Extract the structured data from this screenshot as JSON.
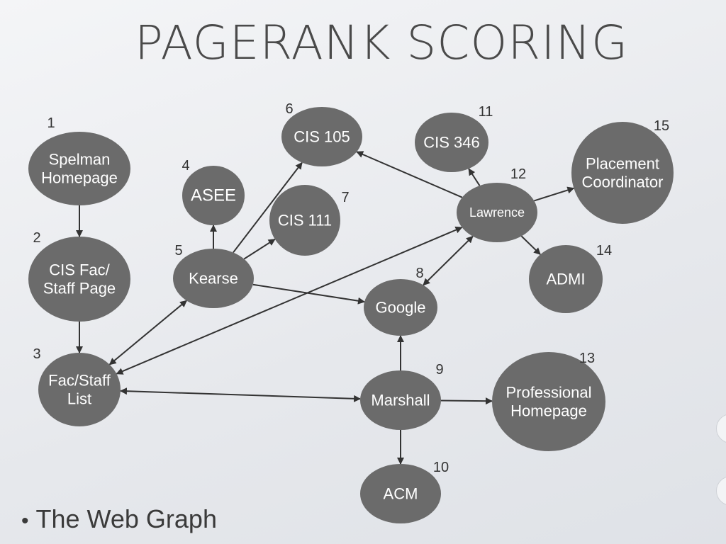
{
  "slide": {
    "title": "PAGERANK SCORING",
    "bullet": "The Web Graph"
  },
  "colors": {
    "node_fill": "#6b6b6b",
    "node_text": "#ffffff",
    "edge": "#333333",
    "number": "#333333"
  },
  "graph": {
    "nodes": [
      {
        "id": "1",
        "label": [
          "Spelman",
          "Homepage"
        ]
      },
      {
        "id": "2",
        "label": [
          "CIS Fac/",
          "Staff Page"
        ]
      },
      {
        "id": "3",
        "label": [
          "Fac/Staff",
          "List"
        ]
      },
      {
        "id": "4",
        "label": [
          "ASEE"
        ]
      },
      {
        "id": "5",
        "label": [
          "Kearse"
        ]
      },
      {
        "id": "6",
        "label": [
          "CIS 105"
        ]
      },
      {
        "id": "7",
        "label": [
          "CIS 111"
        ]
      },
      {
        "id": "8",
        "label": [
          "Google"
        ]
      },
      {
        "id": "9",
        "label": [
          "Marshall"
        ]
      },
      {
        "id": "10",
        "label": [
          "ACM"
        ]
      },
      {
        "id": "11",
        "label": [
          "CIS 346"
        ]
      },
      {
        "id": "12",
        "label": [
          "Lawrence"
        ]
      },
      {
        "id": "13",
        "label": [
          "Professional",
          "Homepage"
        ]
      },
      {
        "id": "14",
        "label": [
          "ADMI"
        ]
      },
      {
        "id": "15",
        "label": [
          "Placement",
          "Coordinator"
        ]
      }
    ],
    "edges": [
      {
        "from": "1",
        "to": "2",
        "bidirectional": false
      },
      {
        "from": "2",
        "to": "3",
        "bidirectional": false
      },
      {
        "from": "3",
        "to": "5",
        "bidirectional": true
      },
      {
        "from": "3",
        "to": "12",
        "bidirectional": true
      },
      {
        "from": "3",
        "to": "9",
        "bidirectional": true
      },
      {
        "from": "5",
        "to": "4",
        "bidirectional": false
      },
      {
        "from": "5",
        "to": "6",
        "bidirectional": false
      },
      {
        "from": "5",
        "to": "7",
        "bidirectional": false
      },
      {
        "from": "5",
        "to": "8",
        "bidirectional": false
      },
      {
        "from": "12",
        "to": "6",
        "bidirectional": false
      },
      {
        "from": "12",
        "to": "11",
        "bidirectional": false
      },
      {
        "from": "12",
        "to": "15",
        "bidirectional": false
      },
      {
        "from": "12",
        "to": "14",
        "bidirectional": false
      },
      {
        "from": "12",
        "to": "8",
        "bidirectional": true
      },
      {
        "from": "9",
        "to": "8",
        "bidirectional": false
      },
      {
        "from": "9",
        "to": "13",
        "bidirectional": false
      },
      {
        "from": "9",
        "to": "10",
        "bidirectional": false
      }
    ]
  }
}
